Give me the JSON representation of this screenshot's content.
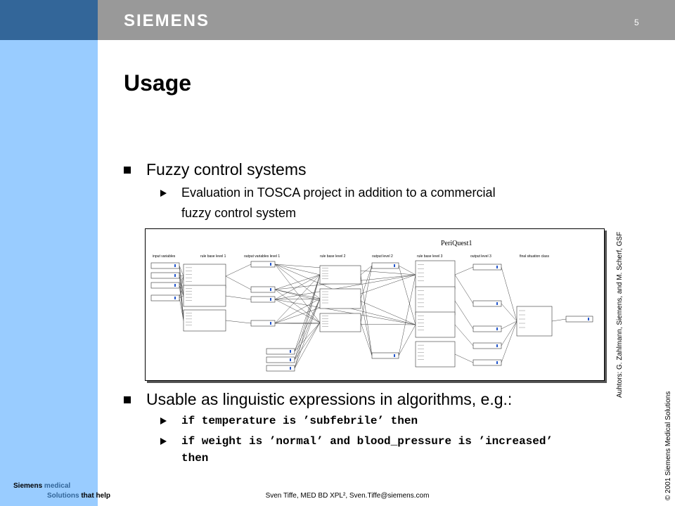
{
  "header": {
    "brand": "SIEMENS",
    "page_number": "5"
  },
  "title": "Usage",
  "bullets": [
    {
      "text": "Fuzzy control systems",
      "sub": [
        "Evaluation in TOSCA project in addition to a commercial",
        "fuzzy control system"
      ]
    },
    {
      "text": "Usable as linguistic expressions in algorithms, e.g.:",
      "code": [
        "if temperature is ’subfebrile’ then",
        "if weight is ’normal’ and blood_pressure is ’increased’",
        "then"
      ]
    }
  ],
  "diagram": {
    "title": "PeriQuest1",
    "columns": [
      "input variables",
      "rule base level 1",
      "output  variables level 1",
      "rule base level 2",
      "output level 2",
      "rule base level 3",
      "output level 3",
      "final situation class"
    ]
  },
  "side_credit": "Auhtors: G. Zahlmann, Siemens, and M. Scherf, GSF",
  "copyright": "© 2001 Siemens Medical Solutions",
  "footer": {
    "author": "Sven Tiffe, MED BD XPL², Sven.Tiffe@siemens.com",
    "tag_siemens": "Siemens ",
    "tag_medical": "medical",
    "tag_solutions": "Solutions",
    "tag_that_help": " that help"
  },
  "colors": {
    "top_bar": "#999999",
    "corner": "#336699",
    "left_strip": "#99ccff"
  }
}
